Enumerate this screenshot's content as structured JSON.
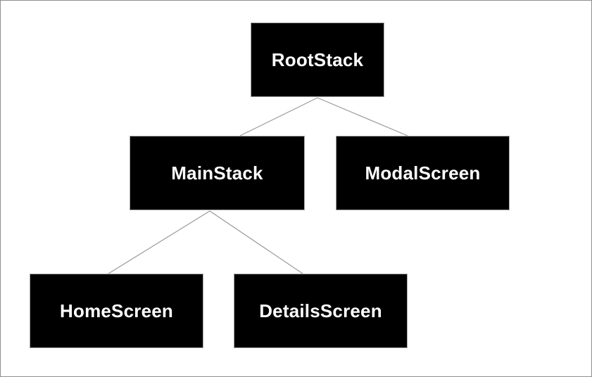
{
  "diagram": {
    "type": "tree",
    "nodes": [
      {
        "id": "root",
        "label": "RootStack"
      },
      {
        "id": "main",
        "label": "MainStack"
      },
      {
        "id": "modal",
        "label": "ModalScreen"
      },
      {
        "id": "home",
        "label": "HomeScreen"
      },
      {
        "id": "details",
        "label": "DetailsScreen"
      }
    ],
    "edges": [
      {
        "from": "RootStack",
        "to": "MainStack"
      },
      {
        "from": "RootStack",
        "to": "ModalScreen"
      },
      {
        "from": "MainStack",
        "to": "HomeScreen"
      },
      {
        "from": "MainStack",
        "to": "DetailsScreen"
      }
    ],
    "colors": {
      "node_background": "#000000",
      "node_border": "#a6a6a6",
      "node_text": "#ffffff",
      "edge_line": "#999999",
      "canvas_border": "#8f8f8f",
      "canvas_background": "#ffffff"
    }
  }
}
